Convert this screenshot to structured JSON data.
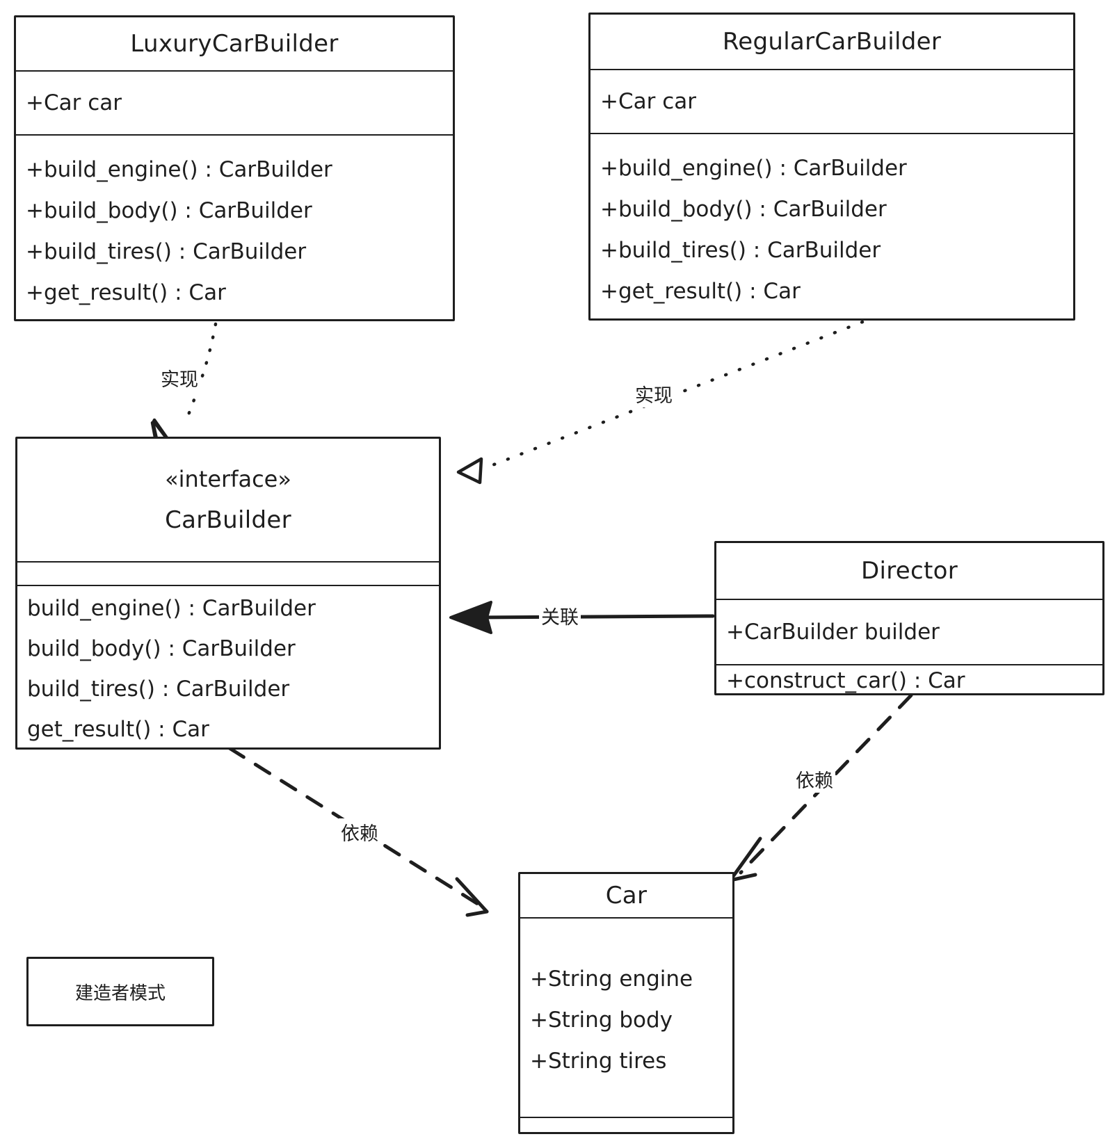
{
  "diagram": {
    "title": "建造者模式",
    "legend_label": "建造者模式",
    "stroke_color": "#1e1e1e",
    "background_color": "#ffffff"
  },
  "classes": {
    "luxury_car_builder": {
      "name": "LuxuryCarBuilder",
      "attributes": [
        "+Car car"
      ],
      "methods": [
        "+build_engine() : CarBuilder",
        "+build_body() : CarBuilder",
        "+build_tires() : CarBuilder",
        "+get_result() : Car"
      ]
    },
    "regular_car_builder": {
      "name": "RegularCarBuilder",
      "attributes": [
        "+Car car"
      ],
      "methods": [
        "+build_engine() : CarBuilder",
        "+build_body() : CarBuilder",
        "+build_tires() : CarBuilder",
        "+get_result() : Car"
      ]
    },
    "car_builder_interface": {
      "stereotype": "«interface»",
      "name": "CarBuilder",
      "attributes": [],
      "methods": [
        "build_engine() : CarBuilder",
        "build_body() : CarBuilder",
        "build_tires() : CarBuilder",
        "get_result() : Car"
      ]
    },
    "director": {
      "name": "Director",
      "attributes": [
        "+CarBuilder builder"
      ],
      "methods": [
        "+construct_car() : Car"
      ]
    },
    "car": {
      "name": "Car",
      "attributes": [
        "+String engine",
        "+String body",
        "+String tires"
      ],
      "methods": []
    }
  },
  "relationships": [
    {
      "id": "luxury-realizes-carbuilder",
      "label": "实现",
      "type": "realization",
      "line_style": "dotted",
      "arrowhead": "hollow-triangle",
      "from": "LuxuryCarBuilder",
      "to": "CarBuilder"
    },
    {
      "id": "regular-realizes-carbuilder",
      "label": "实现",
      "type": "realization",
      "line_style": "dotted",
      "arrowhead": "hollow-triangle",
      "from": "RegularCarBuilder",
      "to": "CarBuilder"
    },
    {
      "id": "director-associates-carbuilder",
      "label": "关联",
      "type": "association",
      "line_style": "solid",
      "arrowhead": "solid-arrow",
      "from": "Director",
      "to": "CarBuilder"
    },
    {
      "id": "carbuilder-depends-car",
      "label": "依赖",
      "type": "dependency",
      "line_style": "dashed",
      "arrowhead": "open-arrow",
      "from": "CarBuilder",
      "to": "Car"
    },
    {
      "id": "director-depends-car",
      "label": "依赖",
      "type": "dependency",
      "line_style": "dashed",
      "arrowhead": "open-arrow",
      "from": "Director",
      "to": "Car"
    }
  ]
}
